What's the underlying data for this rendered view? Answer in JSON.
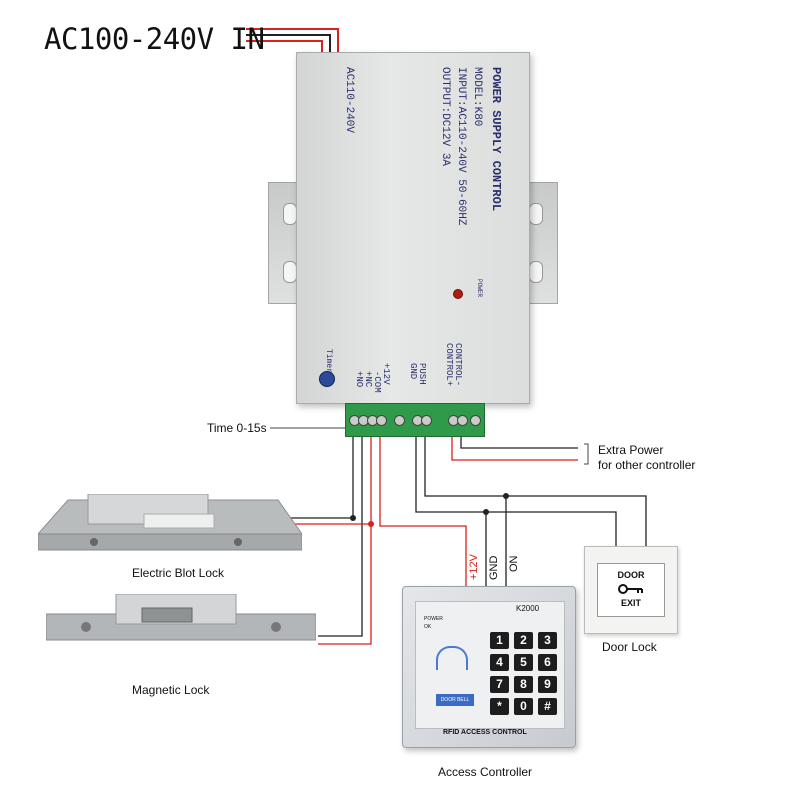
{
  "title": "AC100-240V IN",
  "psu": {
    "brand": "POWER SUPPLY CONTROL",
    "model": "MODEL:K80",
    "input": "INPUT:AC110-240V  50-60HZ",
    "output": "OUTPUT:DC12V  3A",
    "ac_label": "AC110-240V",
    "power_led_label": "POWER",
    "timer_label": "Timer",
    "terminals": [
      "+NO",
      "+NC",
      "-COM",
      "+12V",
      "GND",
      "PUSH",
      "CONTROL+",
      "CONTROL-"
    ]
  },
  "labels": {
    "time": "Time 0-15s",
    "extra_power_line1": "Extra Power",
    "extra_power_line2": "for other controller",
    "electric_bolt_lock": "Electric Blot Lock",
    "magnetic_lock": "Magnetic Lock",
    "access_controller": "Access Controller",
    "door_lock": "Door Lock",
    "wire_12v": "+12V",
    "wire_gnd": "GND",
    "wire_on": "ON"
  },
  "keypad": {
    "model": "K2000",
    "led_power": "POWER",
    "led_ok": "OK",
    "doorbell": "DOOR BELL",
    "footer": "RFID ACCESS CONTROL",
    "keys": [
      "1",
      "2",
      "3",
      "4",
      "5",
      "6",
      "7",
      "8",
      "9",
      "*",
      "0",
      "#"
    ]
  },
  "door_button": {
    "line1": "DOOR",
    "line2": "EXIT"
  },
  "colors": {
    "wire_red": "#d9211d",
    "wire_black": "#222222",
    "terminal_green": "#2f9a4a"
  }
}
